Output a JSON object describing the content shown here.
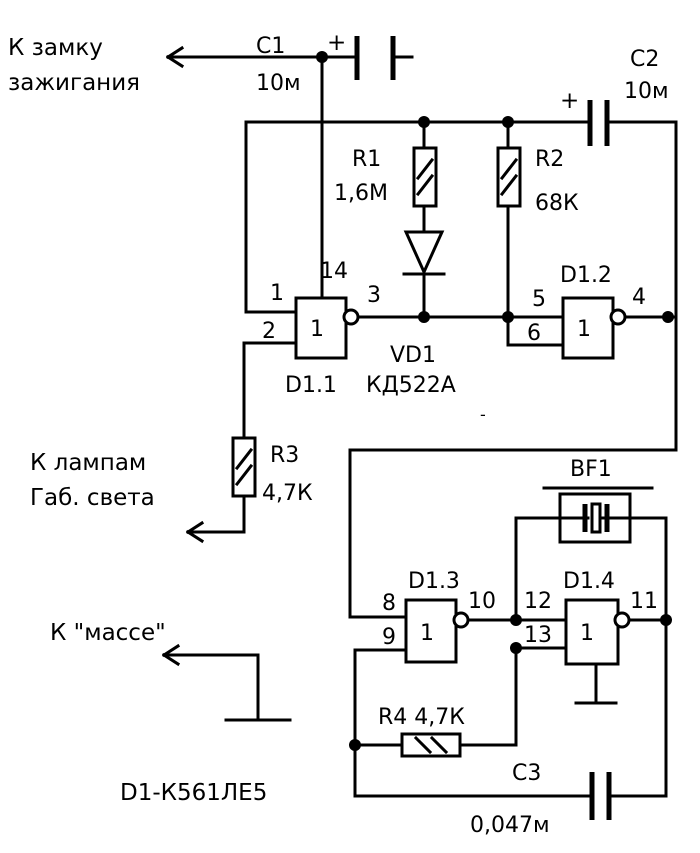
{
  "labels": {
    "ignition_line1": "К замку",
    "ignition_line2": "зажигания",
    "lamps_line1": "К лампам",
    "lamps_line2": "Габ. света",
    "ground": "К \"массе\"",
    "chip": "D1-К561ЛЕ5",
    "c1_name": "C1",
    "c1_value": "10м",
    "c2_name": "C2",
    "c2_value": "10м",
    "c3_name": "C3",
    "c3_value": "0,047м",
    "r1_name": "R1",
    "r1_value": "1,6М",
    "r2_name": "R2",
    "r2_value": "68К",
    "r3_name": "R3",
    "r3_value": "4,7К",
    "r4_label": "R4 4,7К",
    "vd1_name": "VD1",
    "vd1_value": "КД522А",
    "d11_name": "D1.1",
    "d12_name": "D1.2",
    "d13_name": "D1.3",
    "d14_name": "D1.4",
    "bf1_name": "BF1",
    "gate_symbol": "1",
    "plus": "+",
    "minus": "-"
  },
  "pins": {
    "p1": "1",
    "p2": "2",
    "p3": "3",
    "p14": "14",
    "p5": "5",
    "p6": "6",
    "p4": "4",
    "p8": "8",
    "p9": "9",
    "p10": "10",
    "p12": "12",
    "p13": "13",
    "p11": "11"
  }
}
